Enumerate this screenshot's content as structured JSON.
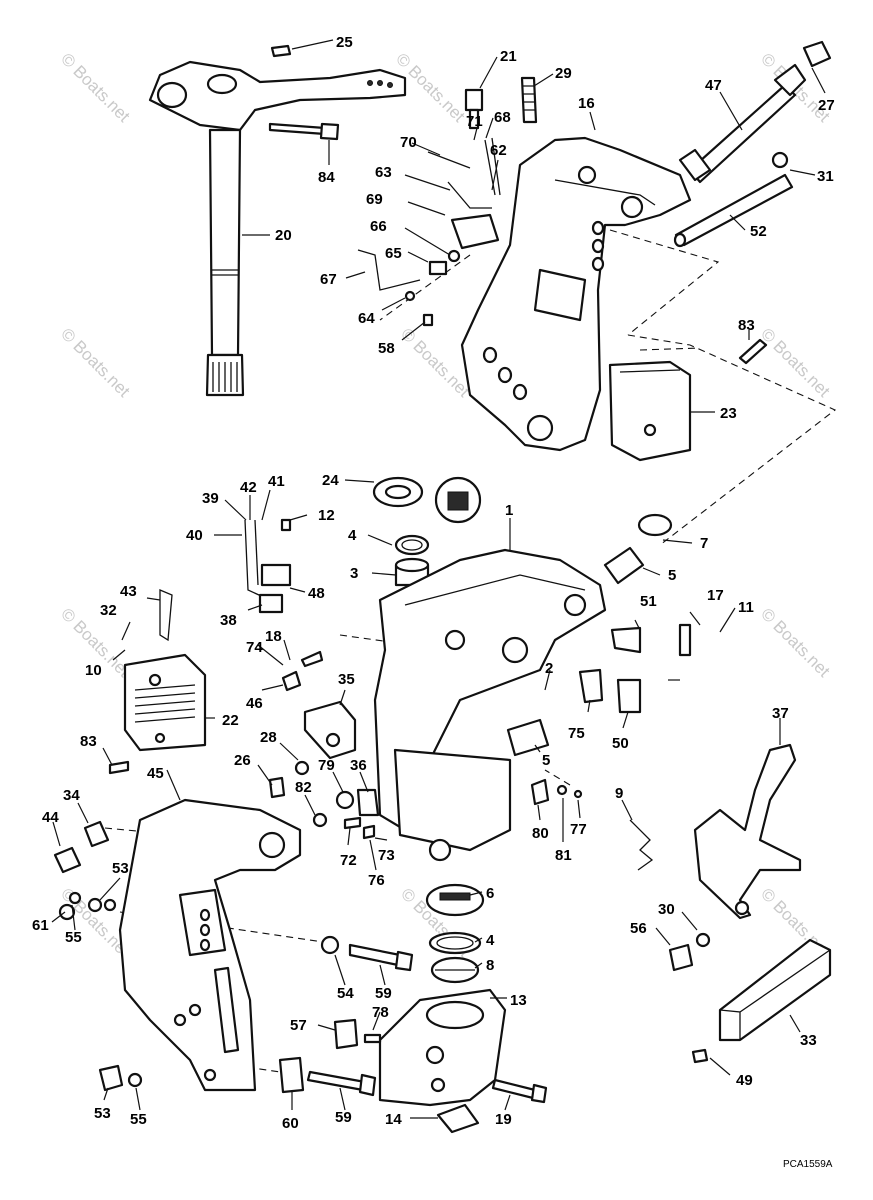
{
  "diagram_code": "PCA1559A",
  "watermark": "© Boats.net",
  "callouts": [
    "25",
    "21",
    "29",
    "47",
    "27",
    "16",
    "68",
    "71",
    "62",
    "70",
    "84",
    "63",
    "31",
    "69",
    "20",
    "52",
    "66",
    "65",
    "67",
    "64",
    "83",
    "58",
    "23",
    "24",
    "39",
    "42",
    "41",
    "1",
    "40",
    "12",
    "4",
    "7",
    "3",
    "5",
    "48",
    "43",
    "17",
    "11",
    "32",
    "51",
    "38",
    "18",
    "74",
    "10",
    "2",
    "46",
    "35",
    "22",
    "75",
    "37",
    "28",
    "83",
    "5",
    "50",
    "26",
    "79",
    "36",
    "9",
    "34",
    "45",
    "82",
    "80",
    "77",
    "44",
    "72",
    "81",
    "73",
    "76",
    "53",
    "6",
    "61",
    "55",
    "30",
    "56",
    "4",
    "8",
    "54",
    "59",
    "13",
    "57",
    "78",
    "33",
    "49",
    "53",
    "55",
    "60",
    "59",
    "14",
    "19"
  ]
}
